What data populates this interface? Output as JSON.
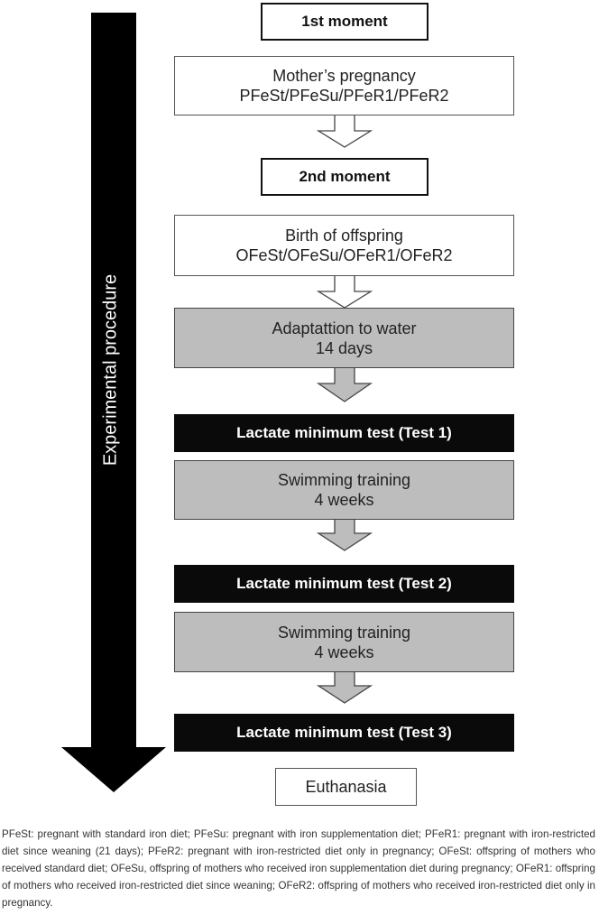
{
  "procedure_label": "Experimental procedure",
  "moments": [
    {
      "label": "1st moment"
    },
    {
      "label": "2nd moment"
    }
  ],
  "steps": [
    {
      "line1": "Mother’s pregnancy",
      "line2": "PFeSt/PFeSu/PFeR1/PFeR2"
    },
    {
      "line1": "Birth of offspring",
      "line2": "OFeSt/OFeSu/OFeR1/OFeR2"
    },
    {
      "line1": "Adaptattion to water",
      "line2": "14 days"
    },
    {
      "line1": "Lactate minimum test (Test 1)"
    },
    {
      "line1": "Swimming training",
      "line2": "4 weeks"
    },
    {
      "line1": "Lactate minimum test (Test 2)"
    },
    {
      "line1": "Swimming training",
      "line2": "4 weeks"
    },
    {
      "line1": "Lactate minimum test (Test 3)"
    },
    {
      "line1": "Euthanasia"
    }
  ],
  "footnote": "PFeSt: pregnant with standard iron diet; PFeSu: pregnant with iron supplementation diet; PFeR1: pregnant with iron-restricted diet since weaning (21 days); PFeR2: pregnant with iron-restricted diet only in pregnancy; OFeSt: offspring of mothers who received standard diet; OFeSu, offspring of mothers who received iron supplementation diet during pregnancy; OFeR1: offspring of mothers who received iron-restricted diet since weaning; OFeR2: offspring of mothers who received iron-restricted diet only in pregnancy."
}
